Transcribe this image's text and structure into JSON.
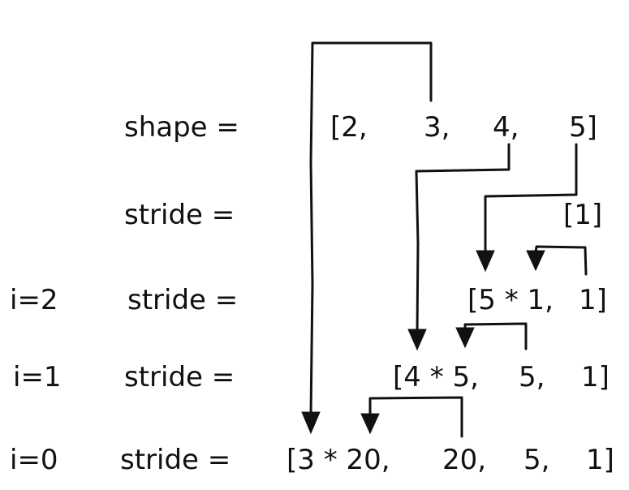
{
  "rows": {
    "shape": {
      "label": "shape =",
      "tokens": [
        "[2,",
        "3,",
        "4,",
        "5]"
      ]
    },
    "stride_init": {
      "label": "stride =",
      "tokens": [
        "[1]"
      ]
    },
    "i2": {
      "index": "i=2",
      "label": "stride =",
      "tokens": [
        "[5 * 1,",
        "1]"
      ]
    },
    "i1": {
      "index": "i=1",
      "label": "stride =",
      "tokens": [
        "[4 * 5,",
        "5,",
        "1]"
      ]
    },
    "i0": {
      "index": "i=0",
      "label": "stride =",
      "tokens": [
        "[3 * 20,",
        "20,",
        "5,",
        "1]"
      ]
    }
  }
}
